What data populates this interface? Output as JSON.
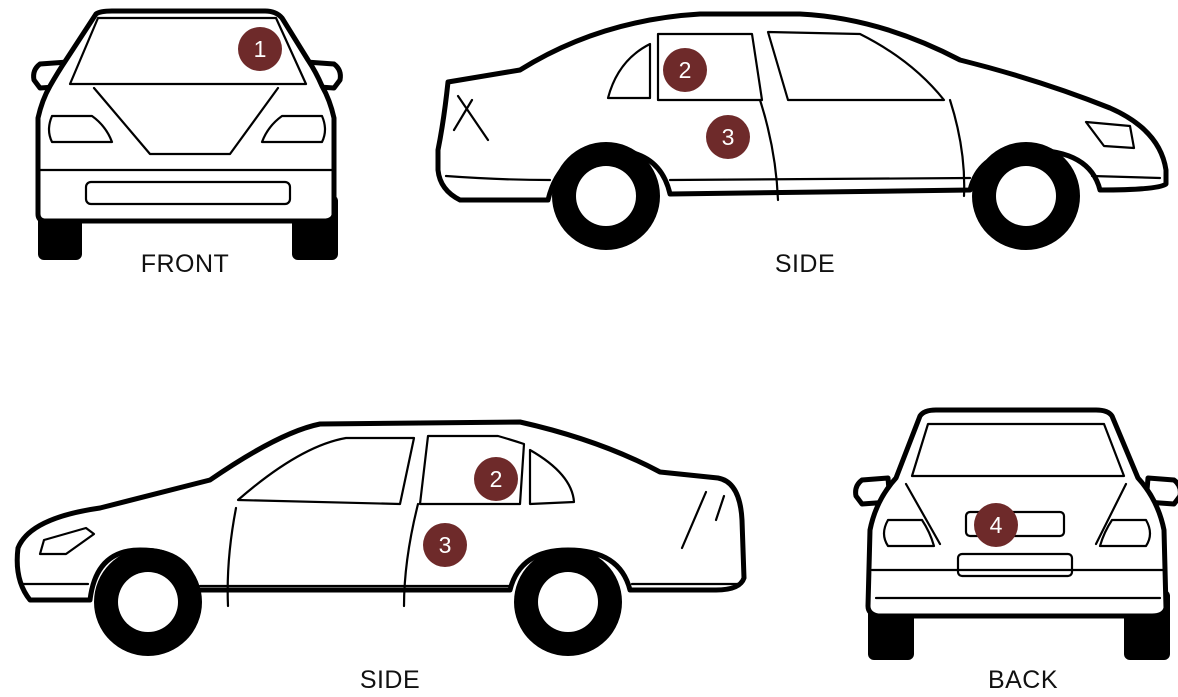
{
  "colors": {
    "badge": "#6e2a2a",
    "outline": "#000000",
    "body_fill": "#ffffff"
  },
  "views": {
    "front": {
      "label": "FRONT"
    },
    "side_right": {
      "label": "SIDE"
    },
    "side_left": {
      "label": "SIDE"
    },
    "back": {
      "label": "BACK"
    }
  },
  "markers": {
    "windshield": "1",
    "rear_side_window_right": "2",
    "rear_door_right": "3",
    "rear_side_window_left": "2",
    "rear_door_left": "3",
    "trunk": "4"
  }
}
